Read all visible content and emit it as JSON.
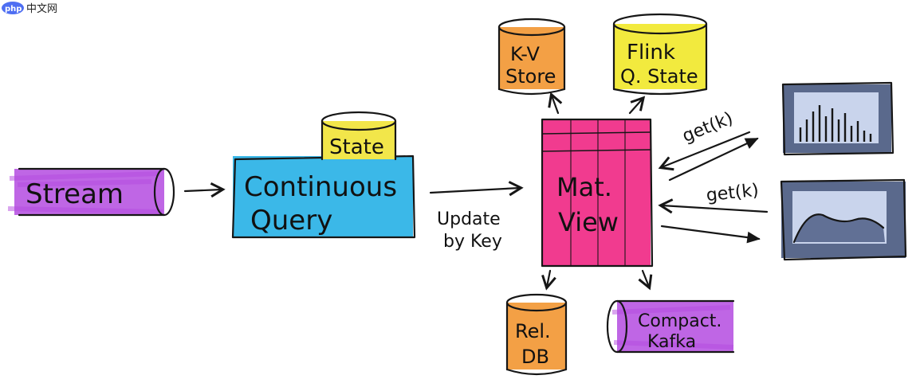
{
  "watermark": {
    "prefix": "php",
    "text": "中文网"
  },
  "diagram": {
    "stream_label": "Stream",
    "query": {
      "line1": "Continuous",
      "line2": "Query"
    },
    "state_label": "State",
    "update_label": {
      "line1": "Update",
      "line2": "by Key"
    },
    "matview": {
      "line1": "Mat.",
      "line2": "View"
    },
    "kv_store": {
      "line1": "K-V",
      "line2": "Store"
    },
    "flink_state": {
      "line1": "Flink",
      "line2": "Q. State"
    },
    "rel_db": {
      "line1": "Rel.",
      "line2": "DB"
    },
    "kafka": {
      "line1": "Compact.",
      "line2": "Kafka"
    },
    "get_top": "get(k)",
    "get_bottom": "get(k)"
  },
  "colors": {
    "stream": "#b44be0",
    "query": "#3bb8e8",
    "state": "#f2e64a",
    "matview": "#f02a86",
    "kv_store": "#f3a045",
    "flink_state": "#f2ea3e",
    "rel_db": "#f3a045",
    "kafka": "#b44be0",
    "dashboard_frame": "#3d4f78"
  }
}
